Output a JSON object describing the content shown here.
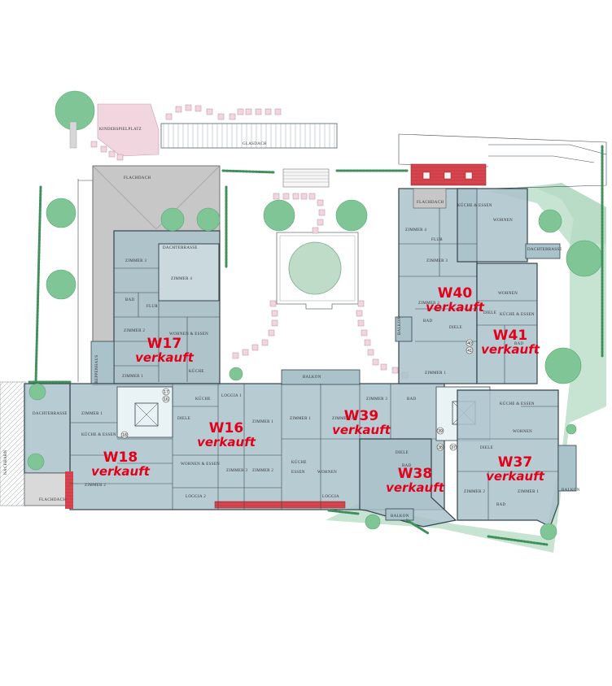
{
  "rooms": {
    "kinderspielplatz": "KINDERSPIELPLATZ",
    "glasdach": "GLASDACH",
    "flachdach_top": "FLACHDACH",
    "flachdach_right": "FLACHDACH",
    "flachdach_bottom": "FLACHDACH",
    "dachterrasse_w17": "DACHTERRASSE",
    "dachterrasse_w18": "DACHTERRASSE",
    "dachterrasse_w41": "DACHTERRASSE",
    "treppenhaus": "TREPPENHAUS",
    "nachbarn": "NACHBARN",
    "zimmer3_w17": "ZIMMER 3",
    "zimmer4_w17": "ZIMMER 4",
    "zimmer2_w17": "ZIMMER 2",
    "zimmer1_w17": "ZIMMER 1",
    "bad_w17": "BAD",
    "flur_w17": "FLUR",
    "wohnen_w17": "WOHNEN & ESSEN",
    "kueche_w17": "KÜCHE",
    "zimmer1_w18": "ZIMMER 1",
    "zimmer2_w18": "ZIMMER 2",
    "kueche_w18": "KÜCHE & ESSEN",
    "kueche_w16": "KÜCHE",
    "diele_w16": "DIELE",
    "loggia1_w16": "LOGGIA 1",
    "zimmer1_w16": "ZIMMER 1",
    "wohnen_w16": "WOHNEN & ESSEN",
    "zimmer3_w16": "ZIMMER 3",
    "zimmer2_w16": "ZIMMER 2",
    "loggia2_w16": "LOGGIA 2",
    "balkon_w39": "BALKON",
    "zimmer1_w39": "ZIMMER 1",
    "zimmer2_w39": "ZIMMER 2",
    "zimmer3_w39": "ZIMMER 3",
    "kueche_w39": "KÜCHE",
    "essen_w39": "ESSEN",
    "wohnen_w39": "WOHNEN",
    "loggia_w39": "LOGGIA",
    "bad_w39": "BAD",
    "diele_w38": "DIELE",
    "bad_w38": "BAD",
    "balkon_w38": "BALKON",
    "kueche_w40": "KÜCHE & ESSEN",
    "wohnen_w40": "WOHNEN",
    "zimmer4_w40": "ZIMMER 4",
    "zimmer3_w40": "ZIMMER 3",
    "zimmer2_w40": "ZIMMER 2",
    "zimmer1_w40": "ZIMMER 1",
    "flur_w40": "FLUR",
    "diele_w40": "DIELE",
    "bad_w40": "BAD",
    "balkon_w40": "BALKON",
    "wohnen_w41": "WOHNEN",
    "kueche_w41": "KÜCHE & ESSEN",
    "diele_w41": "DIELE",
    "bad_w41": "BAD",
    "kueche_w37": "KÜCHE & ESSEN",
    "wohnen_w37": "WOHNEN",
    "diele_w37": "DIELE",
    "zimmer2_w37": "ZIMMER 2",
    "zimmer1_w37": "ZIMMER 1",
    "balkon_w37": "BALKON",
    "bad_w37": "BAD"
  },
  "units": [
    {
      "id": "W17",
      "status": "verkauft"
    },
    {
      "id": "W18",
      "status": "verkauft"
    },
    {
      "id": "W16",
      "status": "verkauft"
    },
    {
      "id": "W39",
      "status": "verkauft"
    },
    {
      "id": "W38",
      "status": "verkauft"
    },
    {
      "id": "W40",
      "status": "verkauft"
    },
    {
      "id": "W41",
      "status": "verkauft"
    },
    {
      "id": "W37",
      "status": "verkauft"
    }
  ],
  "markers": [
    "17",
    "16",
    "18",
    "40",
    "41",
    "39",
    "38",
    "37"
  ],
  "colors": {
    "label_red": "#e2001a",
    "unit_fill": "#aac2ca",
    "tree_green": "#7fc596",
    "paver_pink": "#f2d6df",
    "roof_grey": "#c7c7c7"
  }
}
